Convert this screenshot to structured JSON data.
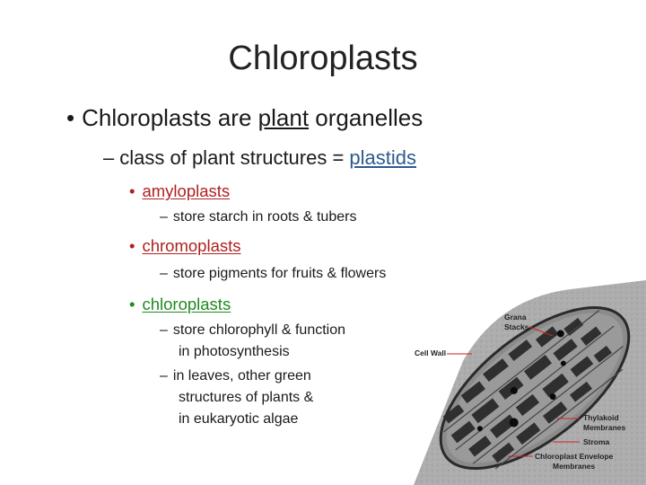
{
  "slide": {
    "title": "Chloroplasts",
    "bullet1": {
      "pre": "Chloroplasts are ",
      "link": "plant",
      "post": " organelles"
    },
    "sub1": {
      "pre": "class of plant structures = ",
      "link": "plastids"
    },
    "items": [
      {
        "label": "amyloplasts",
        "details": [
          "store starch in roots & tubers"
        ]
      },
      {
        "label": "chromoplasts",
        "details": [
          "store pigments for fruits & flowers"
        ]
      },
      {
        "label": "chloroplasts",
        "details": [
          "store chlorophyll & function",
          "in photosynthesis",
          "in leaves, other green",
          "structures of plants &",
          "in eukaryotic algae"
        ]
      }
    ]
  },
  "micrograph": {
    "labels": {
      "grana": "Grana",
      "stacks": "Stacks",
      "cell_wall": "Cell Wall",
      "thylakoid": "Thylakoid",
      "membranes": "Membranes",
      "stroma": "Stroma",
      "envelope": "Chloroplast Envelope",
      "envelope2": "Membranes"
    }
  },
  "colors": {
    "blue_link": "#2d5a8e",
    "red_item": "#b02020",
    "green_item": "#1f8a1f",
    "pointer": "#cc2222"
  }
}
